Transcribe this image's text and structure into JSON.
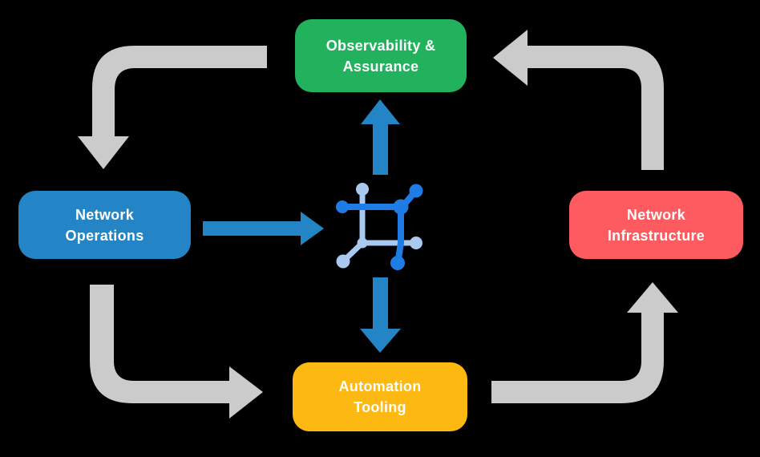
{
  "background_color": "#000000",
  "nodes": {
    "observability": {
      "label": "Observability &\nAssurance",
      "color": "#22b15c"
    },
    "operations": {
      "label": "Network\nOperations",
      "color": "#2385c6"
    },
    "infrastructure": {
      "label": "Network\nInfrastructure",
      "color": "#fd5b5f"
    },
    "automation": {
      "label": "Automation\nTooling",
      "color": "#fdb812"
    }
  },
  "center_icon": {
    "name": "network-grid-icon",
    "dark_color": "#1f7ce5",
    "light_color": "#a9c9f1"
  },
  "arrows": {
    "gray_color": "#cbcbcb",
    "blue_color": "#2385c6",
    "edges": [
      {
        "from": "Observability & Assurance",
        "to": "Network Operations",
        "style": "gray"
      },
      {
        "from": "Network Operations",
        "to": "Automation Tooling",
        "style": "gray"
      },
      {
        "from": "Automation Tooling",
        "to": "Network Infrastructure",
        "style": "gray"
      },
      {
        "from": "Network Infrastructure",
        "to": "Observability & Assurance",
        "style": "gray"
      },
      {
        "from": "Network Operations",
        "to": "network-grid-icon",
        "style": "blue"
      },
      {
        "from": "network-grid-icon",
        "to": "Observability & Assurance",
        "style": "blue"
      },
      {
        "from": "network-grid-icon",
        "to": "Automation Tooling",
        "style": "blue"
      }
    ]
  }
}
